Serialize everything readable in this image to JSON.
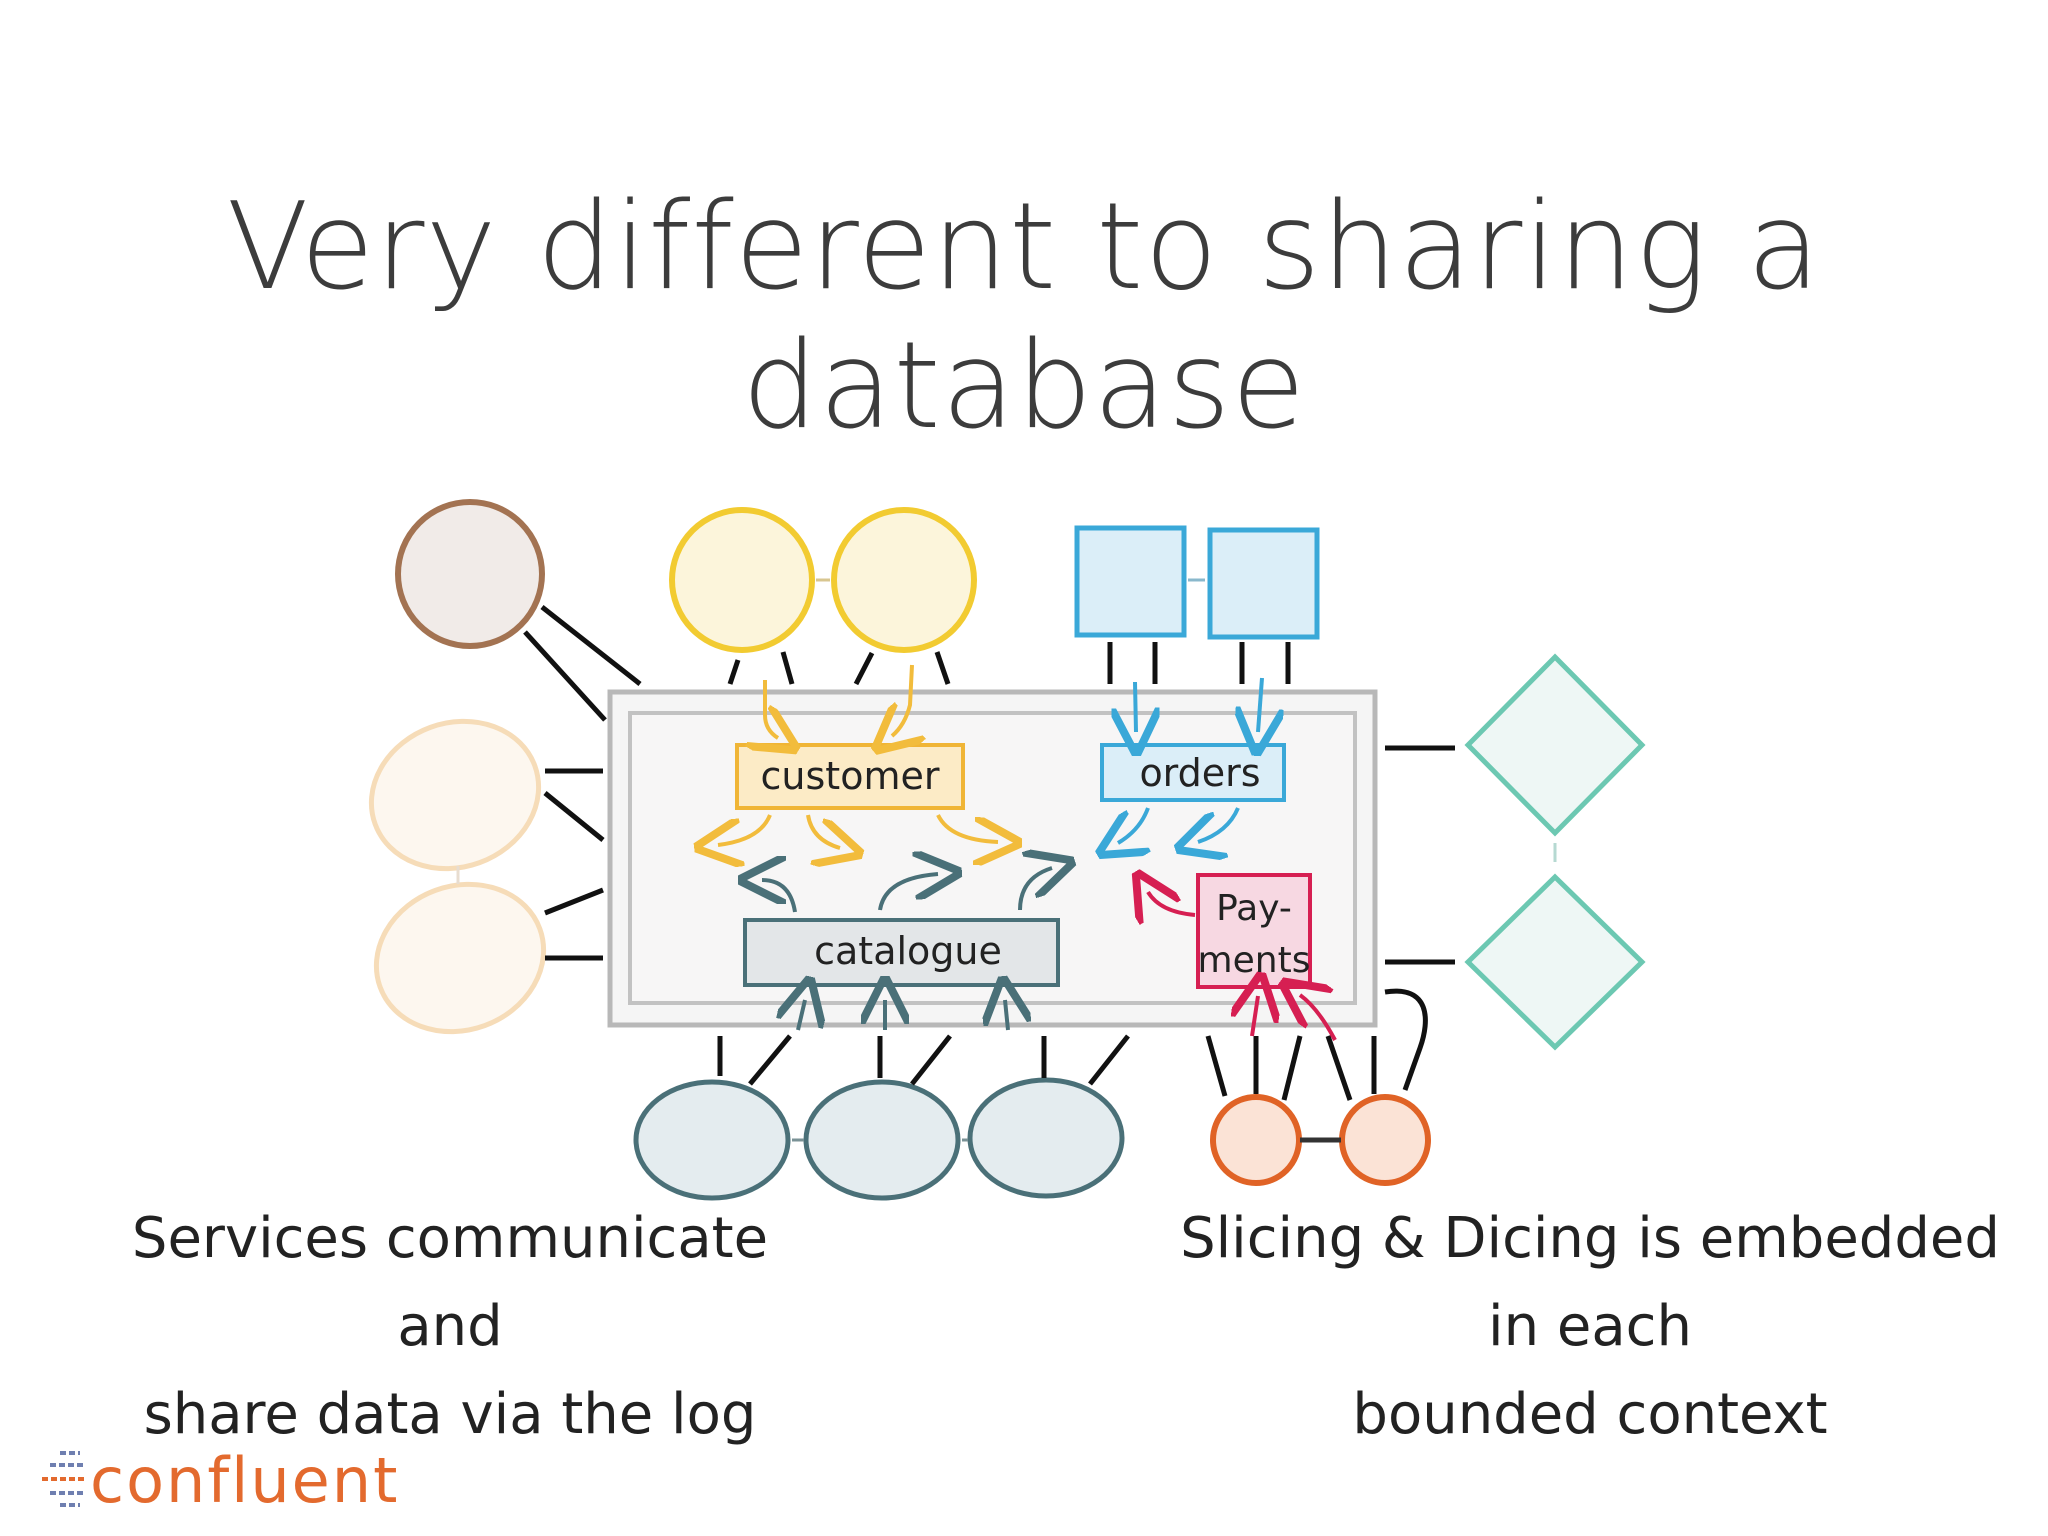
{
  "title": "Very different to sharing a database",
  "boxes": {
    "customer": "customer",
    "orders": "orders",
    "catalogue": "catalogue",
    "payments_line1": "Pay-",
    "payments_line2": "ments"
  },
  "captions": {
    "left_line1": "Services communicate and",
    "left_line2": "share data via the log",
    "right_line1": "Slicing & Dicing is embedded in each",
    "right_line2": "bounded context"
  },
  "logo": {
    "text": "confluent"
  },
  "colors": {
    "customer": "#f2bc3c",
    "orders": "#3aa8d8",
    "catalogue": "#4a7078",
    "payments": "#d61f52",
    "brown": "#a37352",
    "peach": "#f6d9b4",
    "teal_diamond": "#6cc8b2",
    "orange_circle": "#e06326",
    "brand": "#e36a2e"
  }
}
